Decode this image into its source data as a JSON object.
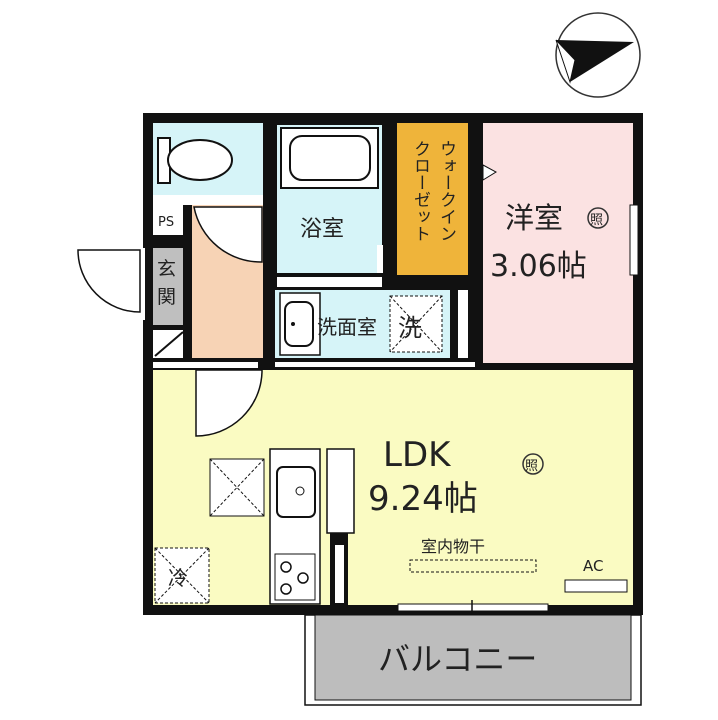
{
  "rooms": {
    "toilet": {
      "color": "#d6f4f8"
    },
    "ps": {
      "label": "PS"
    },
    "entrance": {
      "label_1": "玄",
      "label_2": "関",
      "color": "#bfbfbf"
    },
    "hallway": {
      "color": "#f7d3b5"
    },
    "bath": {
      "label": "浴室",
      "color": "#d6f4f8"
    },
    "walk_in_closet": {
      "label_lines": [
        "ウォ",
        "ークイン",
        "クロ",
        "ーゼット"
      ],
      "col1": "ウォークイン",
      "col2": "クローゼット",
      "color": "#efb43a"
    },
    "western_room": {
      "label": "洋室",
      "size": "3.06帖",
      "light_mark": "照",
      "color": "#fbe2e2"
    },
    "washroom": {
      "label": "洗面室",
      "washer_mark": "洗",
      "color": "#d6f4f8"
    },
    "ldk": {
      "label": "LDK",
      "size": "9.24帖",
      "light_mark": "照",
      "drying_label": "室内物干",
      "ac_label": "AC",
      "fridge_mark": "冷",
      "color": "#fafbc2"
    },
    "balcony": {
      "label": "バルコニー",
      "color": "#bdbdbd"
    }
  },
  "compass": {
    "icon": "north-arrow"
  }
}
